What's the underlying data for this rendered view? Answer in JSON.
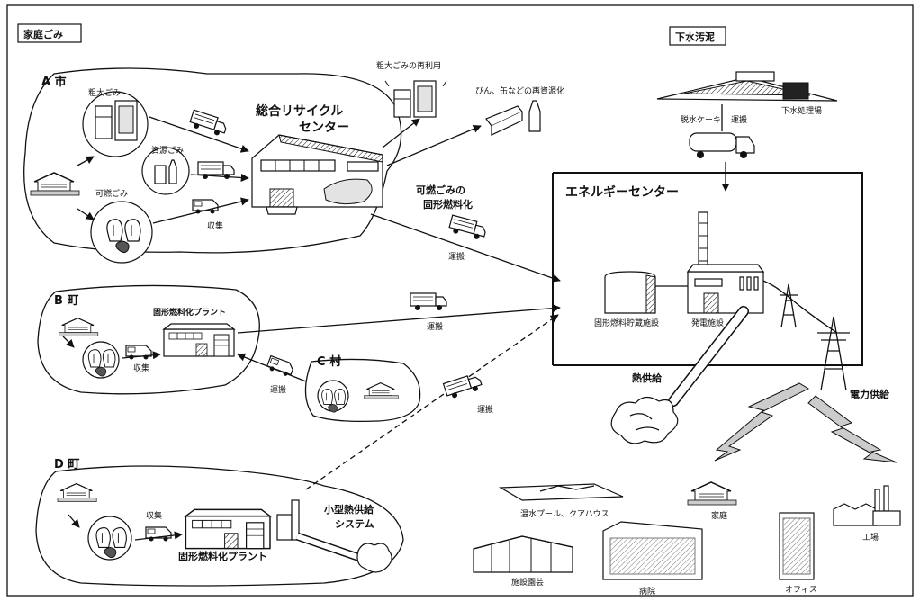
{
  "labels": {
    "household_waste": "家庭ごみ",
    "sewage_sludge": "下水汚泥",
    "city_a": "A 市",
    "town_b": "B 町",
    "village_c": "C 村",
    "town_d": "D 町",
    "bulky_waste": "粗大ごみ",
    "resource_waste": "資源ごみ",
    "combustible_waste": "可燃ごみ",
    "collection": "収集",
    "transport": "運搬",
    "recycle_center_line1": "総合リサイクル",
    "recycle_center_line2": "センター",
    "bulky_reuse": "粗大ごみの再利用",
    "bottle_recycling": "びん、缶などの再資源化",
    "rdf_line1": "可燃ごみの",
    "rdf_line2": "固形燃料化",
    "energy_center": "エネルギーセンター",
    "dewatered_cake": "脱水ケーキ",
    "sewage_plant": "下水処理場",
    "fuel_storage": "固形燃料貯蔵施設",
    "power_facility": "発電施設",
    "rdf_plant": "固形燃料化プラント",
    "heat_supply": "熱供給",
    "power_supply": "電力供給",
    "small_heat_line1": "小型熱供給",
    "small_heat_line2": "システム",
    "heated_pool": "温水プール、クアハウス",
    "greenhouse": "施設園芸",
    "hospital": "病院",
    "home": "家庭",
    "office": "オフィス",
    "factory": "工場"
  }
}
